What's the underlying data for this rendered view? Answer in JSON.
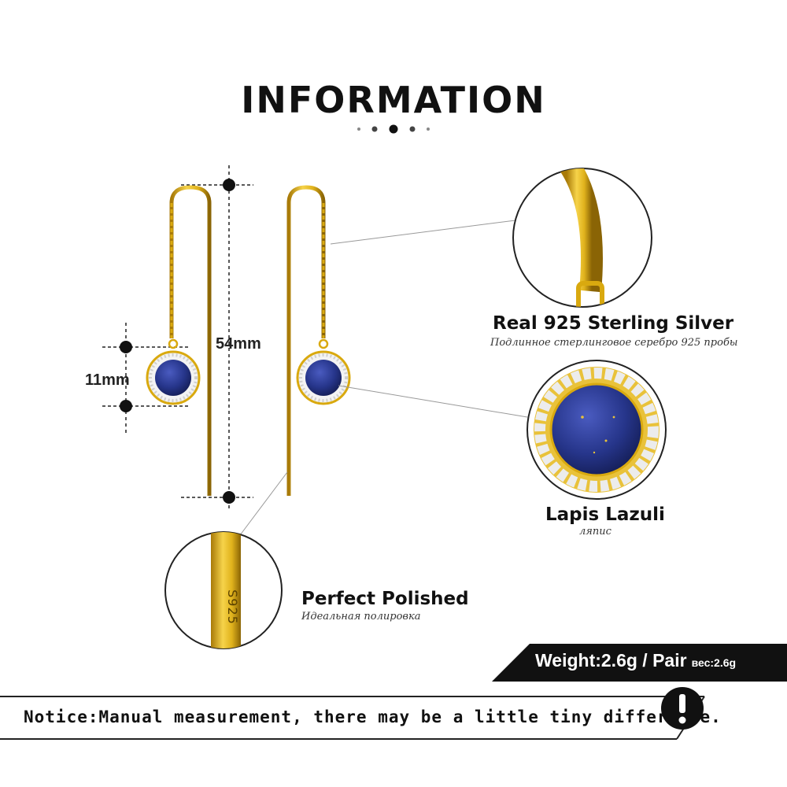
{
  "header": {
    "title": "INFORMATION"
  },
  "dimensions": {
    "length": "54mm",
    "diameter": "11mm"
  },
  "features": [
    {
      "title": "Real 925  Sterling  Silver",
      "subtitle": "Подлинное стерлинговое серебро 925 пробы"
    },
    {
      "title": "Lapis Lazuli",
      "subtitle": "ляпис"
    },
    {
      "title": "Perfect  Polished",
      "subtitle": "Идеальная полировка"
    }
  ],
  "stamp": "S925",
  "weight": {
    "label": "Weight:2.6g / Pair",
    "sub": "вес:2.6g"
  },
  "notice": {
    "text": "Notice:Manual measurement, there may be a little tiny difference.",
    "icon": "exclamation-icon"
  },
  "colors": {
    "gold": "#e0b21c",
    "lapis": "#2b3a8f",
    "band": "#111111"
  }
}
